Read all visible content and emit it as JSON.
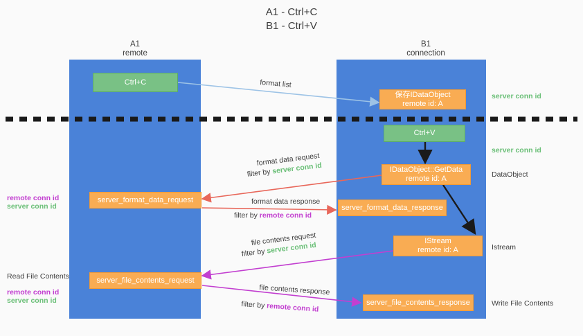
{
  "diagram": {
    "title": "A1 - Ctrl+C\nB1 - Ctrl+V",
    "lanes": [
      {
        "id": "a1",
        "header": "A1\nremote"
      },
      {
        "id": "b1",
        "header": "B1\nconnection"
      }
    ],
    "nodes": [
      {
        "id": "ctrl-c",
        "label": "Ctrl+C",
        "color": "#79c185"
      },
      {
        "id": "idataobject-save",
        "label": "保存IDataObject\nremote id: A",
        "color": "#f9ac53"
      },
      {
        "id": "ctrl-v",
        "label": "Ctrl+V",
        "color": "#79c185"
      },
      {
        "id": "getdata",
        "label": "IDataObject::GetData\nremote id: A",
        "color": "#f9ac53"
      },
      {
        "id": "server-format-data-request",
        "label": "server_format_data_request",
        "color": "#f9ac53"
      },
      {
        "id": "server-format-data-response",
        "label": "server_format_data_response",
        "color": "#f9ac53"
      },
      {
        "id": "istream",
        "label": "IStream\nremote id: A",
        "color": "#f9ac53"
      },
      {
        "id": "server-file-contents-request",
        "label": "server_file_contents_request",
        "color": "#f9ac53"
      },
      {
        "id": "server-file-contents-response",
        "label": "server_file_contents_response",
        "color": "#f9ac53"
      }
    ],
    "edge_labels": {
      "format_list": "format list",
      "format_data_request": "format data request",
      "format_data_request_filter_prefix": "filter by ",
      "format_data_request_filter_value": "server conn id",
      "format_data_response": "format data response",
      "format_data_response_filter_prefix": "filter by ",
      "format_data_response_filter_value": "remote conn id",
      "file_contents_request": "file contents request",
      "file_contents_request_filter_prefix": "filter by ",
      "file_contents_request_filter_value": "server conn id",
      "file_contents_response": "file contents response",
      "file_contents_response_filter_prefix": "filter by ",
      "file_contents_response_filter_value": "remote conn id"
    },
    "right_labels": {
      "server_conn_id_top": "server conn id",
      "server_conn_id_mid": "server conn id",
      "dataobject": "DataObject",
      "istream": "Istream",
      "write_file_contents": "Write File Contents"
    },
    "left_labels": {
      "remote_conn_id_mid": "remote conn id",
      "server_conn_id_mid": "server conn id",
      "read_file_contents": "Read File Contents",
      "remote_conn_id_bottom": "remote conn id",
      "server_conn_id_bottom": "server conn id"
    },
    "colors": {
      "lane": "#4a82d8",
      "green_node": "#79c185",
      "orange_node": "#f9ac53",
      "green_text": "#6abf77",
      "purple_text": "#c23fd0",
      "blue_arrow": "#9dc3e6",
      "red_arrow": "#e8675a",
      "magenta_arrow": "#c23fd0",
      "black_arrow": "#1a1a1a",
      "divider": "#1a1a1a"
    }
  }
}
